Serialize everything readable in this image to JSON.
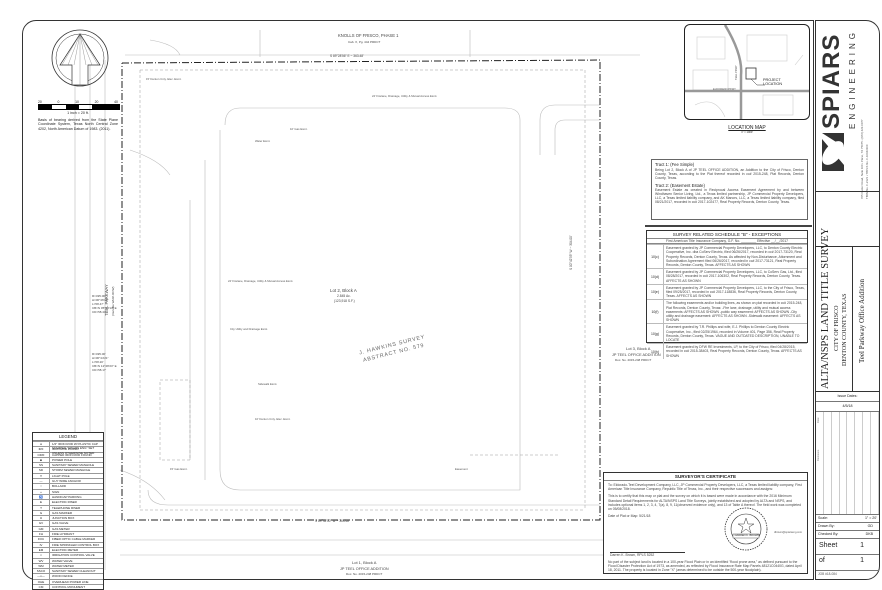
{
  "title_block": {
    "firm": "SPIARS",
    "firm_sub": "ENGINEERING",
    "firm_address": "765 Custer Road, Suite 100 • Plano, TX 75075 • (972) 422-0077",
    "firm_reg": "TBPE No. F-2121 • TBPLS No. F-10043100",
    "survey_title": "ALTA/NSPS LAND TITLE SURVEY",
    "city": "CITY OF FRISCO",
    "county": "DENTON COUNTY, TEXAS",
    "project": "Teel Parkway Office Addition",
    "issue_label": "Issue Dates:",
    "issue_date": "4/5/18",
    "revisions_label": "Revisions",
    "date_label": "Date",
    "scale_label": "Scale:",
    "scale": "1\" = 20'",
    "drawn_label": "Drawn By:",
    "drawn": "GD",
    "checked_label": "Checked By:",
    "checked": "DKB",
    "sheet_label": "Sheet",
    "sheet": "1",
    "of_label": "of",
    "of": "1",
    "job": "JOB #18-084"
  },
  "north_arrow": {
    "scale_ticks": [
      "20",
      "0",
      "10",
      "20",
      "40"
    ],
    "scale_text": "1 inch = 20 ft.",
    "basis": "Basis of bearing derived from the State Plane Coordinate System, Texas North Central Zone 4202, North American Datum of 1983. (2011)."
  },
  "location_map": {
    "title": "LOCATION MAP",
    "subtitle": "1\" = 1000'",
    "project_label": "PROJECT LOCATION",
    "road_h": "ELDORADO PKWY",
    "road_v": "TEEL PKWY"
  },
  "tracts": {
    "t1_title": "Tract 1: (Fee Simple)",
    "t1_text": "Being Lot 2, Block A of JP TEEL OFFICE ADDITION, an Addition to the City of Frisco, Denton County, Texas, according to the Plat thereof recorded in cc# 2015-248, Plat Records, Denton County, Texas.",
    "t2_title": "Tract 2: (Easement Estate)",
    "t2_text": "Easement Estate as created in Reciprocal Access Easement Agreement by and between Windhaven Senior Living, Ltd., a Texas limited partnership, JP Commercial Property Developers, LLC, a Texas limited liability company, and AK Manors, LLC, a Texas limited liability company, filed 08/21/2017, recorded in cc# 2017-102477, Real Property Records, Denton County, Texas."
  },
  "schedule_b": {
    "title": "SURVEY RELATED SCHEDULE \"B\" - EXCEPTIONS",
    "sub": "First American Title Insurance Company, G.F. No. ________ Effective __/__/2017",
    "items": [
      {
        "key": "10(c)",
        "text": "Easement granted by JP Commercial Property Developers, LLC, to Denton County Electric Cooperative, Inc. dba CoServ Electric, filed 06/26/2017, recorded in cc# 2017-73120, Real Property Records, Denton County, Texas. As affected by Non-Disturbance, Attornment and Subordination Agreement filed 06/26/2017, recorded in cc# 2017-73121, Real Property Records, Denton County, Texas. AFFECTS AS SHOWN"
      },
      {
        "key": "10(d)",
        "text": "Easement granted by JP Commercial Property Developers, LLC, to CoServ Gas, Ltd., filed 08/28/2017, recorded in cc# 2017-106302, Real Property Records, Denton County, Texas. AFFECTS AS SHOWN"
      },
      {
        "key": "10(e)",
        "text": "Easement granted by JP Commercial Property Developers, LLC, to the City of Frisco, Texas, filed 09/25/2017, recorded in cc# 2017-118836, Real Property Records, Denton County, Texas. AFFECTS AS SHOWN"
      },
      {
        "key": "10(f)",
        "text": "The following easements and/or building lines, as shown on plat recorded in cc# 2015-248, Plat Records, Denton County, Texas: -Fire lane, drainage, utility and mutual access easements: AFFECTS AS SHOWN -public way easement: AFFECTS AS SHOWN -City utility and drainage easement: AFFECTS AS SHOWN -Sidewalk easement: AFFECTS AS SHOWN"
      },
      {
        "key": "10(g)",
        "text": "Easement granted by T.R. Phillips and wife, E.J. Phillips to Denton County Electric Cooperative, Inc., filed 02/25/1964, recorded in Volume 401, Page 356, Real Property Records, Denton County, Texas. VAGUE AND OUTDATED DESCRIPTION, UNABLE TO LOCATE"
      },
      {
        "key": "10(h)",
        "text": "Easement granted by DFW RE Investments, LP, to the City of Frisco, filed 04/28/2015, recorded in cc# 2015-38403, Real Property Records, Denton County, Texas. AFFECTS AS SHOWN"
      }
    ]
  },
  "certificate": {
    "title": "SURVEYOR'S CERTIFICATE",
    "to": "To: Eldorado-Teel Development Company, LLC, JP Commercial Property Developers, LLC, a Texas limited liability company, First American Title Insurance Company, Republic Title of Texas, Inc., and their respective successors and assigns:",
    "body": "This is to certify that this map or plat and the survey on which it is based were made in accordance with the 2016 Minimum Standard Detail Requirements for ALTA/NSPS Land Title Surveys, jointly established and adopted by ALTA and NSPS, and includes optional items 1, 2, 3, 4, 7(a), 8, 9, 11(observed evidence only), and 13 of Table A thereof. The field work was completed on 05/08/2018.",
    "date": "Date of Plat or Map: 5/21/18",
    "signer": "Darren K. Brown, RPLS 5252",
    "seal_name": "DARREN K. BROWN",
    "seal_num": "5252",
    "seal_top": "STATE OF TEXAS",
    "email": "dbrown@spiarseng.com",
    "flood": "No part of the subject land is located in a 100-year Flood Plain or in an identified \"flood prone area,\" as defined pursuant to the Flood Disaster Protection Act of 1973, as amended, as reflected by Flood Insurance Rate Map Panels 48121C0440G, dated April 18, 2011. The property is located in Zone \"X\" (areas determined to be outside the 500-year floodplain)."
  },
  "legend": {
    "title": "LEGEND",
    "rows": [
      {
        "sym": "●",
        "text": "1/2\" IRON ROD W/ PLASTIC CAP STAMPED \"SPIARS ENG\" SET UNLESS OTHERWISE NOTED"
      },
      {
        "sym": "IRF",
        "text": "IRON ROD FOUND"
      },
      {
        "sym": "CIRF",
        "text": "CAPPED IRON ROD FOUND"
      },
      {
        "sym": "■",
        "text": "POWER POLE"
      },
      {
        "sym": "SS",
        "text": "SANITARY SEWER MANHOLE"
      },
      {
        "sym": "SD",
        "text": "STORM SEWER MANHOLE"
      },
      {
        "sym": "✦",
        "text": "LIGHT POLE"
      },
      {
        "sym": "—",
        "text": "GUY WIRE ANCHOR"
      },
      {
        "sym": "○",
        "text": "BOLLARD"
      },
      {
        "sym": "+",
        "text": "SIGN"
      },
      {
        "sym": "♿",
        "text": "HANDICAP PARKING"
      },
      {
        "sym": "E",
        "text": "ELECTRIC RISER"
      },
      {
        "sym": "T",
        "text": "TELEPHONE RISER"
      },
      {
        "sym": "G",
        "text": "GAS MARKER"
      },
      {
        "sym": "⊡",
        "text": "JUNCTION BOX"
      },
      {
        "sym": "GV",
        "text": "GAS VALVE"
      },
      {
        "sym": "GM",
        "text": "GAS METER"
      },
      {
        "sym": "FH",
        "text": "FIRE HYDRANT"
      },
      {
        "sym": "FOC",
        "text": "FIBER OPTIC CABLE MARKER"
      },
      {
        "sym": "IV",
        "text": "FIRE SPRINKLER CONTROL BOX"
      },
      {
        "sym": "EM",
        "text": "ELECTRIC METER"
      },
      {
        "sym": "×",
        "text": "IRRIGATION CONTROL VALVE"
      },
      {
        "sym": "WV",
        "text": "WATER VALVE"
      },
      {
        "sym": "WM",
        "text": "WATER METER"
      },
      {
        "sym": "SSCO",
        "text": "SANITARY SEWER CLEANOUT"
      },
      {
        "sym": "—x—",
        "text": "WOOD FENCE"
      },
      {
        "sym": "OHE",
        "text": "OVERHEAD POWER LINE"
      },
      {
        "sym": "CM",
        "text": "CONTROL MONUMENT"
      }
    ]
  },
  "plat": {
    "north_adj": "KNOLLS OF FRISCO, PHASE 1",
    "north_adj_rec": "Cab. X, Pg. 444 PRDCT",
    "north_bearing": "S 89°28'56\" E ~ 363.48'",
    "south_bearing": "S 89°42'50\" W ~ 363.48'",
    "east_bearing": "S 00°42'55\" W ~ 304.00'",
    "lot_label": "Lot 2, Block A",
    "lot_acres": "2.845 Ac.",
    "lot_sf": "(123,918 S.F.)",
    "abstract1": "J. HAWKINS SURVEY",
    "abstract2": "ABSTRACT NO. 579",
    "road": "TEEL PARKWAY",
    "road_sub": "(Variable Width ROW)",
    "east_adj1": "Lot 3, Block A",
    "east_adj2": "JP TEEL OFFICE ADDITION",
    "east_adj3": "Doc. No. 2015-248 PRDCT",
    "south_adj1": "Lot 1, Block A",
    "south_adj2": "JP TEEL OFFICE ADDITION",
    "south_adj3": "Doc. No. 2015-248 PRDCT",
    "curve1": [
      "R=495.00'",
      "Δ=06°46'06\"",
      "L=58.47'",
      "CB=N 05°33'13\" E",
      "CD=58.43'"
    ],
    "curve2": [
      "R=495.00'",
      "Δ=06°44'21\"",
      "L=58.20'",
      "CB=N 12°28'23\" E",
      "CD=58.17'"
    ],
    "easements": [
      "15' Denton Cnty. Elec. Esmt.",
      "24' Firelane, Drainage, Utility & Mutual Access Esmt.",
      "Water Esmt.",
      "10' Gas Esmt.",
      "City Utility and Drainage Esmt.",
      "Sidewalk Esmt.",
      "24' Firelane, Drainage, Utility & Mutual Access Esmt.",
      "10' Denton Cnty. Elec. Esmt.",
      "15' Gas Esmt.",
      "Easement"
    ]
  }
}
